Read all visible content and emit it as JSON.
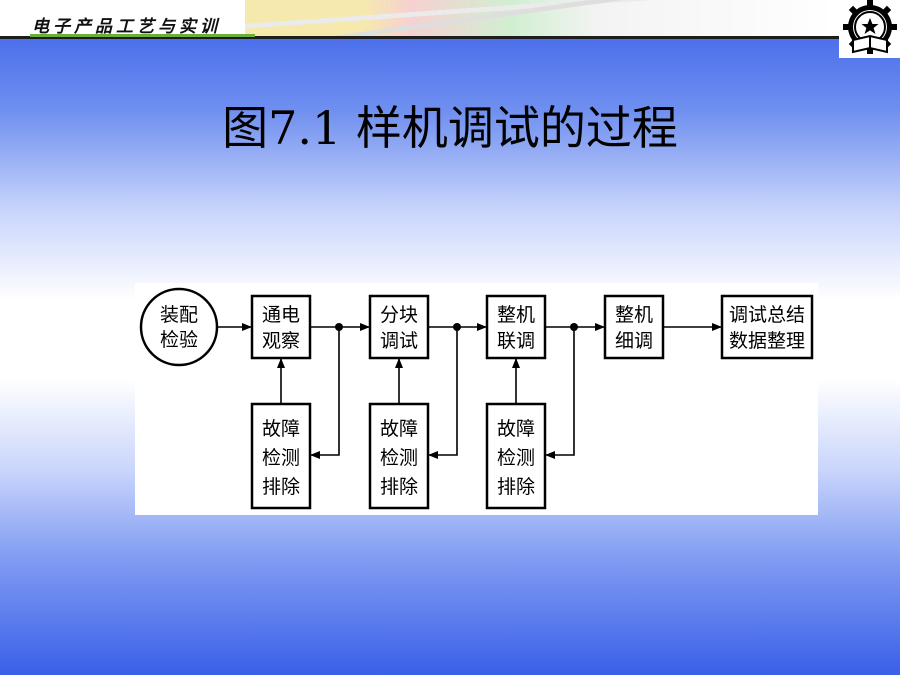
{
  "header": {
    "brand": "电子产品工艺与实训"
  },
  "slide": {
    "title": "图7.1  样机调试的过程"
  },
  "diagram": {
    "nodes": {
      "start": [
        "装配",
        "检验"
      ],
      "power": [
        "通电",
        "观察"
      ],
      "block": [
        "分块",
        "调试"
      ],
      "joint": [
        "整机",
        "联调"
      ],
      "fine": [
        "整机",
        "细调"
      ],
      "summary": [
        "调试总结",
        "数据整理"
      ],
      "fault1": [
        "故障",
        "检测",
        "排除"
      ],
      "fault2": [
        "故障",
        "检测",
        "排除"
      ],
      "fault3": [
        "故障",
        "检测",
        "排除"
      ]
    }
  }
}
